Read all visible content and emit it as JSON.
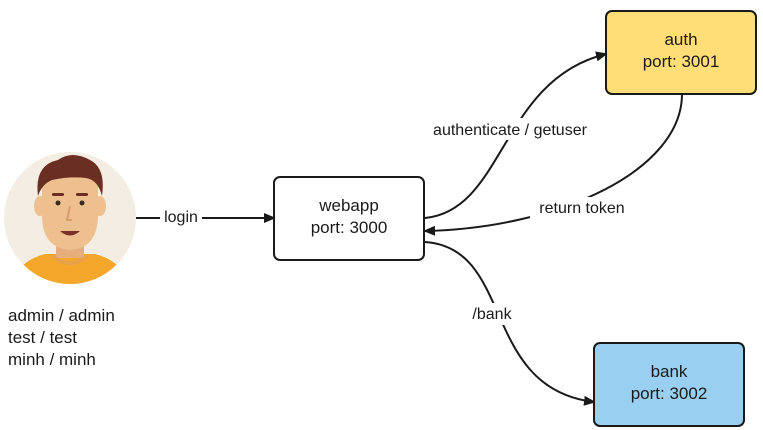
{
  "nodes": {
    "webapp": {
      "name": "webapp",
      "port": "port: 3000",
      "fill": "#ffffff"
    },
    "auth": {
      "name": "auth",
      "port": "port: 3001",
      "fill": "#ffdd77"
    },
    "bank": {
      "name": "bank",
      "port": "port: 3002",
      "fill": "#99d0f2"
    }
  },
  "edges": {
    "login": "login",
    "authenticate": "authenticate / getuser",
    "return_token": "return token",
    "bank": "/bank"
  },
  "user": {
    "avatar_icon": "user-avatar-icon",
    "credentials": [
      "admin / admin",
      "test / test",
      "minh / minh"
    ]
  },
  "colors": {
    "stroke": "#1a1a1a",
    "avatar_bg": "#f3ede3",
    "skin": "#efc08f",
    "hair": "#6b2e22",
    "shirt": "#f4a72a"
  }
}
